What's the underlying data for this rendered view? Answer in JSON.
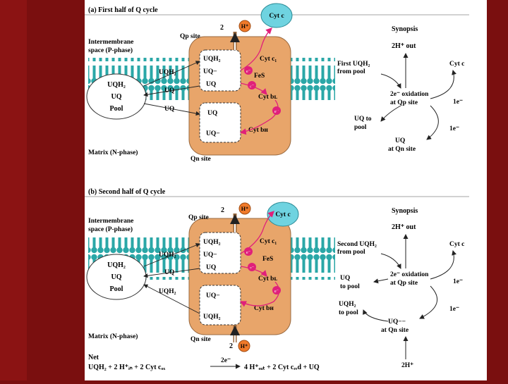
{
  "top": {
    "title": "(a) First half of Q cycle",
    "intermembrane": [
      "Intermembrane",
      "space (P-phase)"
    ],
    "matrix": "Matrix (N-phase)",
    "qp_site": "Qp site",
    "qn_site": "Qn site",
    "h_plus": "2",
    "h_label": "H⁺",
    "cyt_c": "Cyt c",
    "cyt_c1": "Cyt c₁",
    "fes": "FeS",
    "cyt_bl": "Cyt bʟ",
    "cyt_bh": "Cyt bʜ",
    "electron": "e⁻",
    "pool": [
      "UQH₂",
      "UQ",
      "Pool"
    ],
    "left_uqh2": "UQH₂",
    "left_uq1": "UQ",
    "left_uq2": "UQ",
    "qp_box": [
      "UQH₂",
      "UQ−",
      "UQ"
    ],
    "qn_box": [
      "UQ",
      "UQ−"
    ],
    "synopsis": {
      "title": "Synopsis",
      "h_out": "2H⁺ out",
      "first": [
        "First UQH₂",
        "from pool"
      ],
      "cyt_c": "Cyt c",
      "oxidation": [
        "2e⁻ oxidation",
        "at Qp site"
      ],
      "one_e_a": "1e⁻",
      "uq_to_pool": [
        "UQ to",
        "pool"
      ],
      "one_e_b": "1e⁻",
      "uq_qn": [
        "UQ",
        "at Qn site"
      ]
    }
  },
  "bottom": {
    "title": "(b) Second half of Q cycle",
    "intermembrane": [
      "Intermembrane",
      "space (P-phase)"
    ],
    "matrix": "Matrix (N-phase)",
    "qp_site": "Qp site",
    "qn_site": "Qn site",
    "h_plus_top": "2",
    "h_plus_bottom": "2",
    "h_label": "H⁺",
    "cyt_c": "Cyt c",
    "cyt_c1": "Cyt c₁",
    "fes": "FeS",
    "cyt_bl": "Cyt bʟ",
    "cyt_bh": "Cyt bʜ",
    "electron": "e⁻",
    "pool": [
      "UQH₂",
      "UQ",
      "Pool"
    ],
    "left_uqh2_a": "UQH₂",
    "left_uq": "UQ",
    "left_uqh2_b": "UQH₂",
    "qp_box": [
      "UQH₂",
      "UQ−",
      "UQ"
    ],
    "qn_box": [
      "UQ−",
      "UQH₂"
    ],
    "synopsis": {
      "title": "Synopsis",
      "h_out": "2H⁺ out",
      "second": [
        "Second UQH₂",
        "from pool"
      ],
      "cyt_c": "Cyt c",
      "oxidation": [
        "2e⁻ oxidation",
        "at Qp site"
      ],
      "uq_to_pool": [
        "UQ",
        "to pool"
      ],
      "one_e_a": "1e⁻",
      "uqh2_to_pool": [
        "UQH₂",
        "to pool"
      ],
      "one_e_b": "1e⁻",
      "uq_qn": [
        "UQ−−",
        "at Qn site"
      ],
      "h_in": "2H⁺"
    }
  },
  "net": {
    "label": "Net",
    "equation": "UQH₂  +  2 H⁺ᵢₙ  + 2 Cyt cₒₓ",
    "arrow_label": "2e⁻",
    "products": "4 H⁺ₒᵤₜ  + 2 Cyt cᵣₑd  + UQ"
  },
  "colors": {
    "membrane_teal": "#2aa7a7",
    "complex_orange": "#e8a56a",
    "electron_magenta": "#e0207a",
    "cyt_c_cyan": "#6fd3e0",
    "h_orange": "#f07a2a",
    "background_red": "#7a0f0f"
  }
}
